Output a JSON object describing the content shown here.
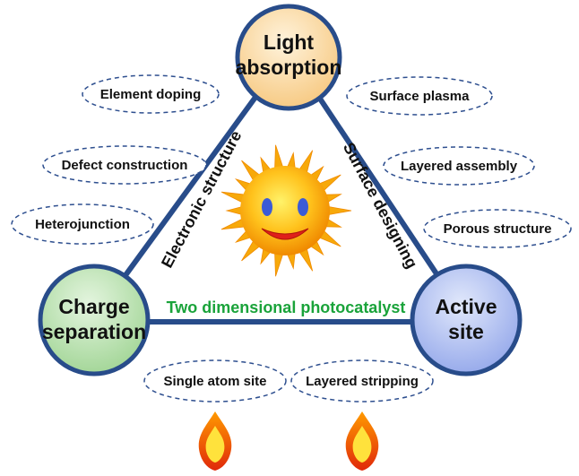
{
  "nodes": {
    "light": {
      "line1": "Light",
      "line2": "absorption",
      "color": "#fbd79b"
    },
    "charge": {
      "line1": "Charge",
      "line2": "separation",
      "color": "#b9e2b0"
    },
    "active": {
      "line1": "Active",
      "line2": "site",
      "color": "#aebdf0"
    }
  },
  "edges": {
    "left": "Electronic structure",
    "right": "Surface designing",
    "bottom": "Two dimensional photocatalyst"
  },
  "ovals": {
    "element_doping": "Element doping",
    "defect_construction": "Defect construction",
    "heterojunction": "Heterojunction",
    "surface_plasma": "Surface plasma",
    "layered_assembly": "Layered assembly",
    "porous_structure": "Porous structure",
    "single_atom_site": "Single atom site",
    "layered_stripping": "Layered stripping"
  },
  "colors": {
    "triangle": "#284c8a",
    "oval_border": "#2e4f8f",
    "center_text": "#1aa33a"
  },
  "icons": {
    "center": "smiling-sun-icon",
    "bottom": "flame-icon"
  }
}
